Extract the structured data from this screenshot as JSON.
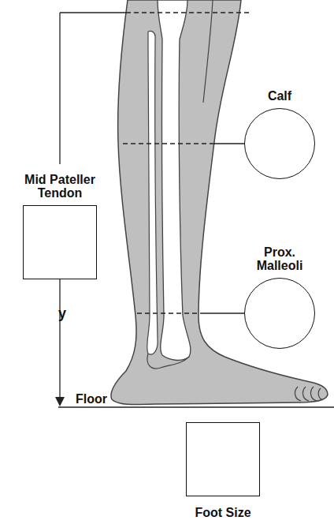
{
  "diagram": {
    "nodes": [
      {
        "text": [
          "Calf"
        ]
      },
      {
        "text": [
          "Mid Pateller Tendon"
        ]
      },
      {
        "text": [
          "Prox. Malleoli"
        ]
      },
      {
        "text": [
          "Foot Size"
        ]
      }
    ],
    "labels": [
      "Floor",
      "y"
    ]
  }
}
